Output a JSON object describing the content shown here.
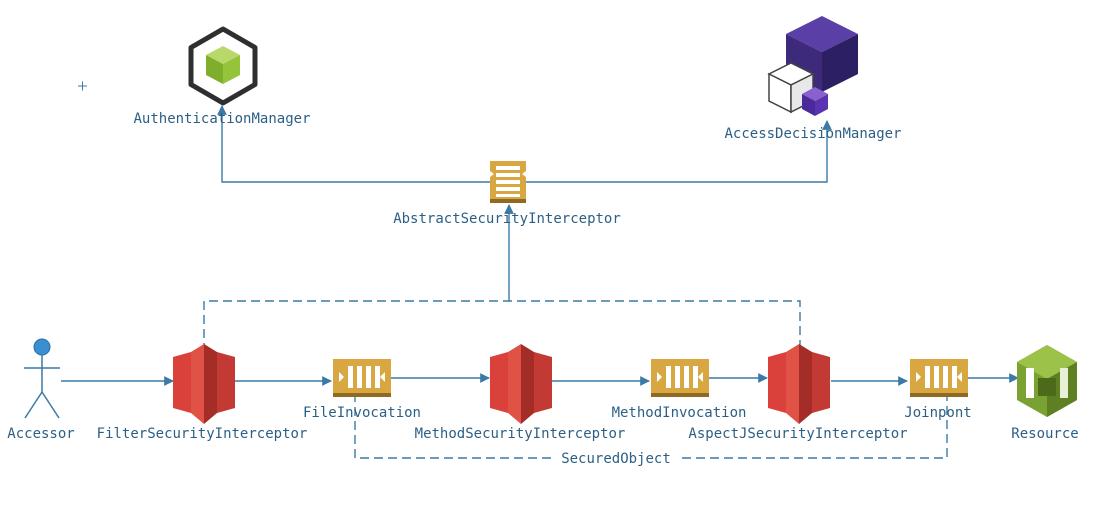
{
  "nodes": {
    "authentication_manager": "AuthenticationManager",
    "access_decision_manager": "AccessDecisionManager",
    "abstract_security_interceptor": "AbstractSecurityInterceptor",
    "accessor": "Accessor",
    "filter_security_interceptor": "FilterSecurityInterceptor",
    "file_invocation": "FileInvocation",
    "method_security_interceptor": "MethodSecurityInterceptor",
    "method_invocation": "MethodInvocation",
    "aspectj_security_interceptor": "AspectJSecurityInterceptor",
    "joinpont": "Joinpont",
    "resource": "Resource"
  },
  "groups": {
    "secured_object": "SecuredObject"
  },
  "colors": {
    "connector": "#3a7aa6",
    "label_text": "#2c5f85",
    "interceptor_red": "#d9413a",
    "queue_gold": "#d9a741",
    "resource_green": "#6b8f2c",
    "decision_purple": "#3d2a7a",
    "actor_blue": "#3a8fd0"
  },
  "icons": {
    "authentication_manager": "hexagon-cube-icon",
    "access_decision_manager": "stacked-cubes-icon",
    "abstract_security_interceptor": "stacked-bars-icon",
    "accessor": "stick-figure-icon",
    "interceptor": "firewall-icon",
    "queue": "message-queue-icon",
    "resource": "container-box-icon"
  }
}
